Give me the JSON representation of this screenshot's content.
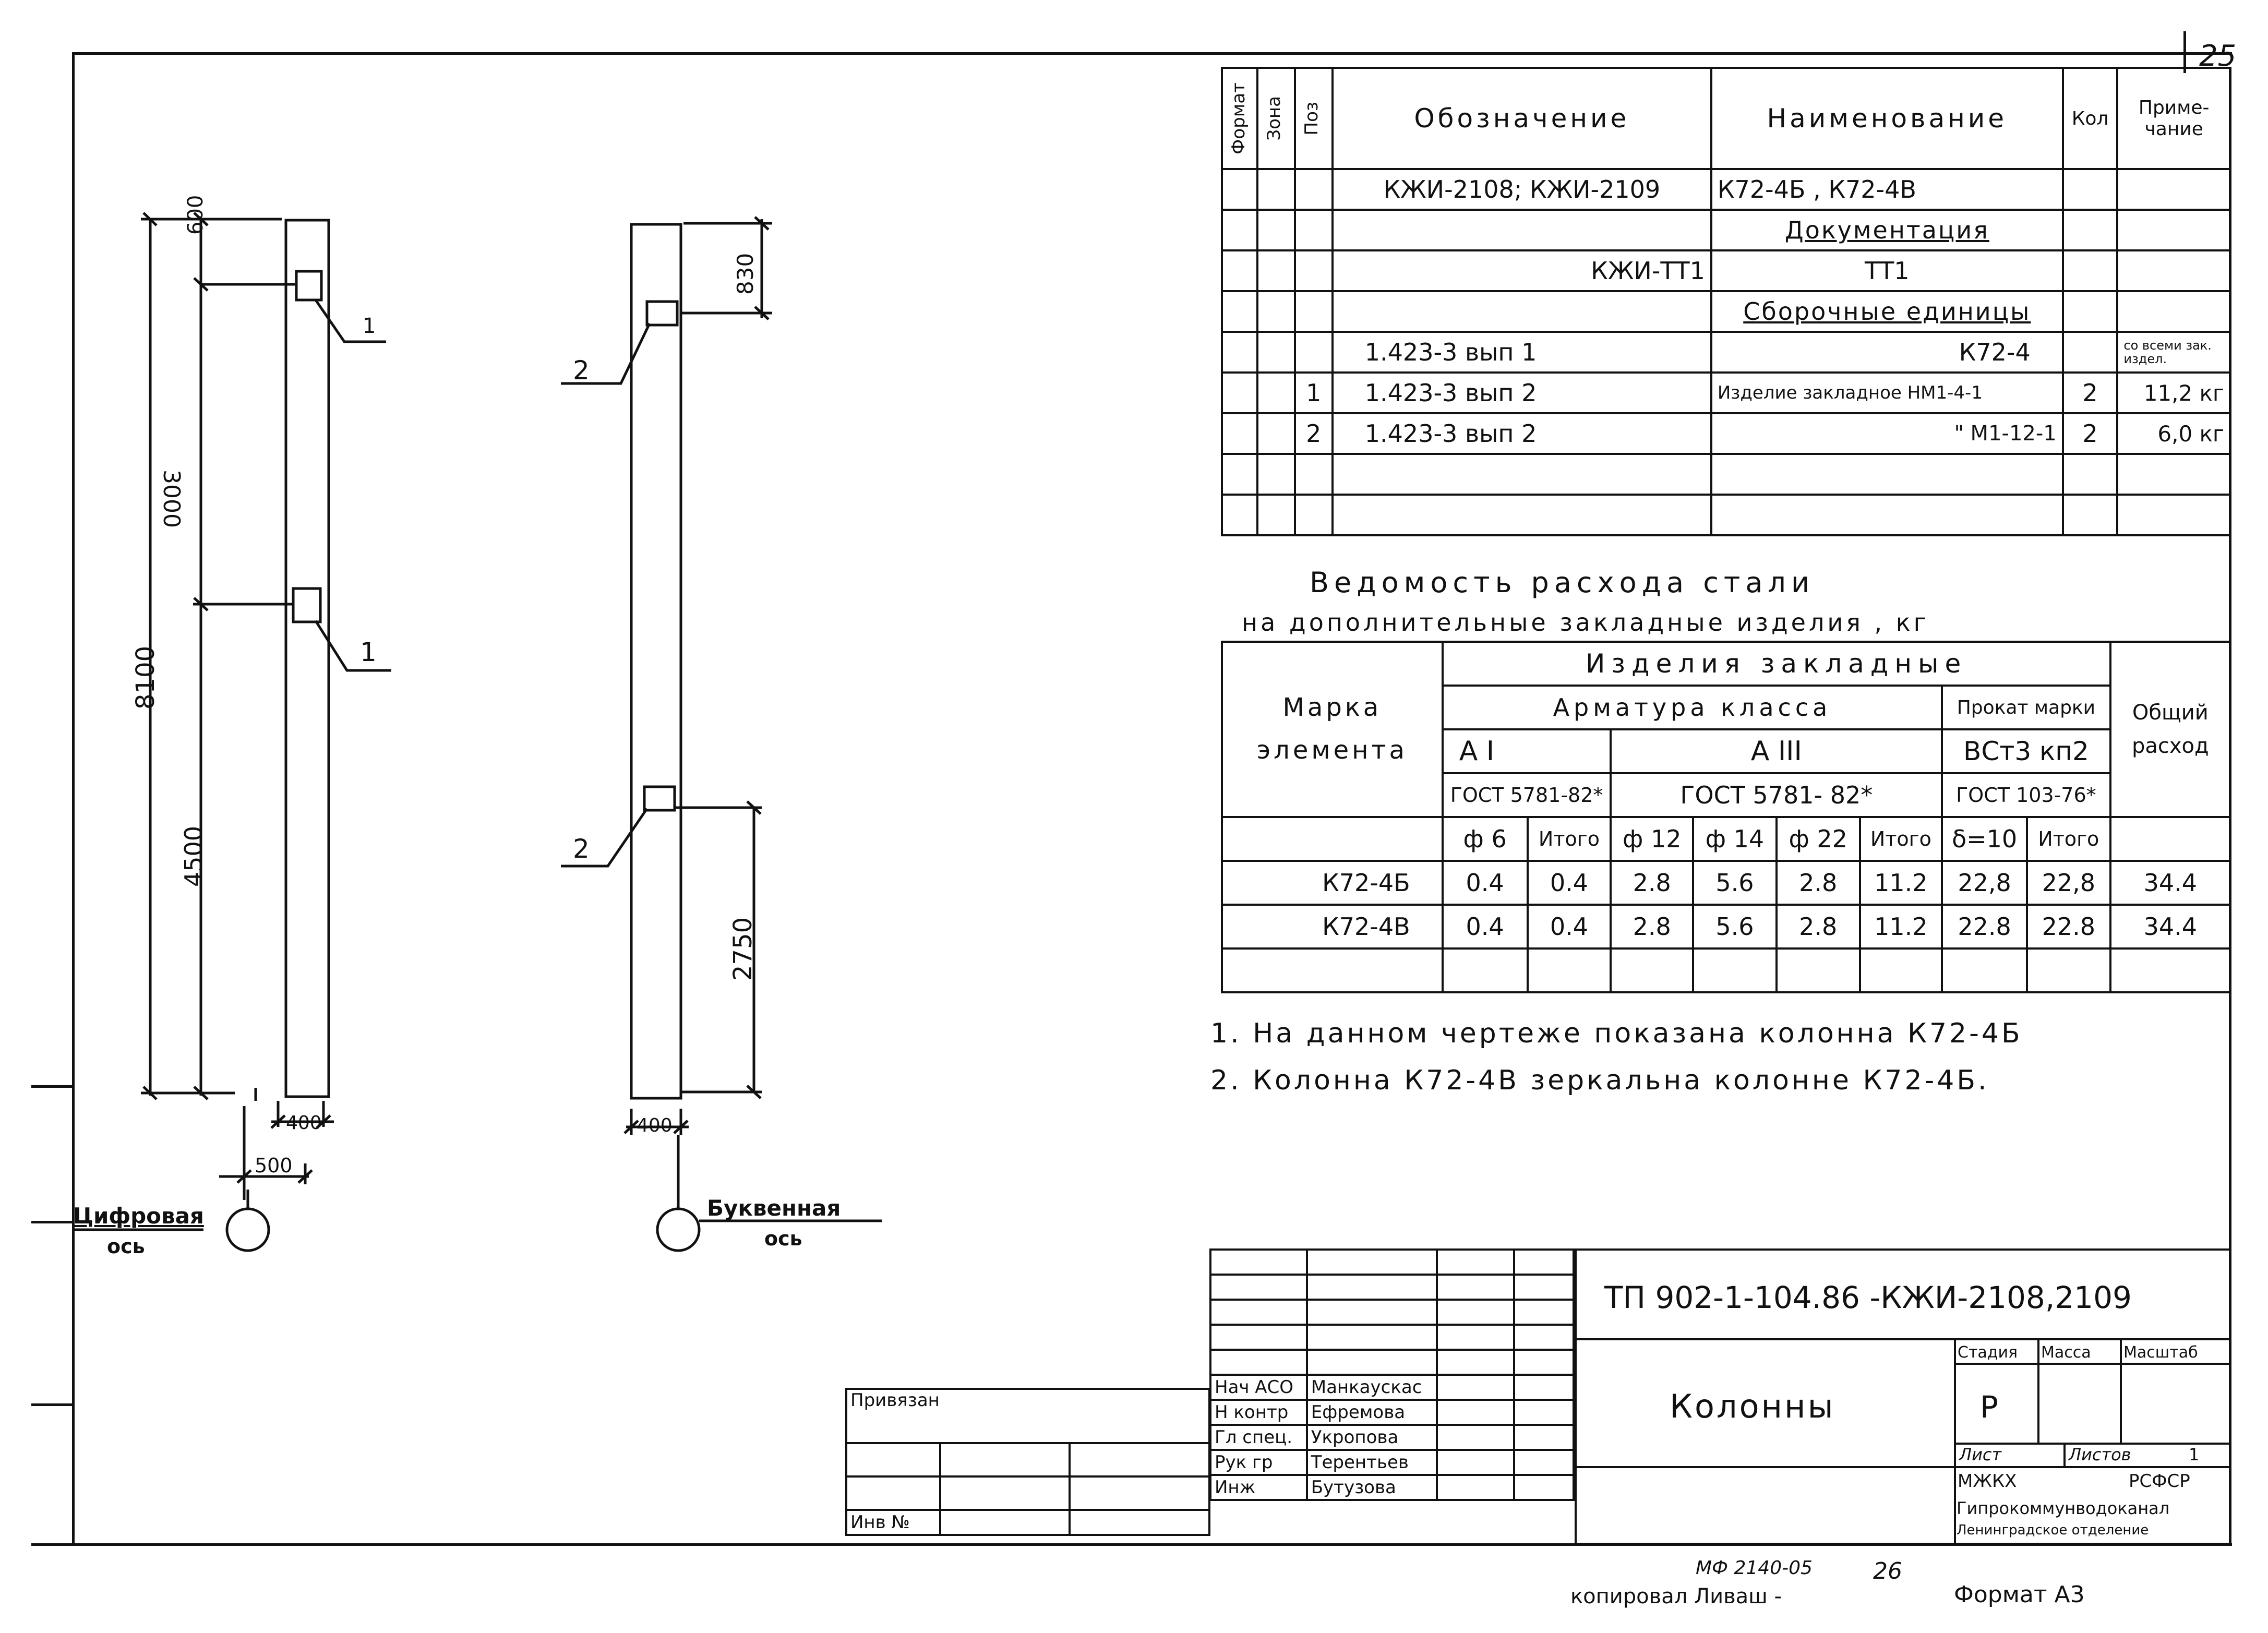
{
  "page": {
    "sheet_number": "25",
    "copy_note": "копировал Ливаш -",
    "archive_code": "МФ 2140-05",
    "archive_sheet": "26",
    "format": "Формат А3"
  },
  "spec_table": {
    "headers": {
      "format": "Формат",
      "zone": "Зона",
      "pos": "Поз",
      "designation": "Обозначение",
      "name": "Наименование",
      "qty": "Кол",
      "note": "Приме- чание"
    },
    "rows": [
      {
        "pos": "",
        "designation": "КЖИ-2108; КЖИ-2109",
        "name": "К72-4Б , К72-4В",
        "qty": "",
        "note": ""
      },
      {
        "pos": "",
        "designation": "",
        "name": "Документация",
        "qty": "",
        "note": ""
      },
      {
        "pos": "",
        "designation": "КЖИ-ТТ1",
        "name": "ТТ1",
        "qty": "",
        "note": ""
      },
      {
        "pos": "",
        "designation": "",
        "name": "Сборочные единицы",
        "qty": "",
        "note": ""
      },
      {
        "pos": "",
        "designation": "1.423-3  вып 1",
        "name": "К72-4",
        "qty": "",
        "note": "со всеми зак. издел."
      },
      {
        "pos": "1",
        "designation": "1.423-3  вып 2",
        "name": "Изделие закладное НМ1-4-1",
        "qty": "2",
        "note": "11,2 кг"
      },
      {
        "pos": "2",
        "designation": "1.423-3  вып 2",
        "name": "\"      М1-12-1",
        "qty": "2",
        "note": "6,0 кг"
      },
      {
        "pos": "",
        "designation": "",
        "name": "",
        "qty": "",
        "note": ""
      },
      {
        "pos": "",
        "designation": "",
        "name": "",
        "qty": "",
        "note": ""
      }
    ]
  },
  "steel": {
    "title1": "Ведомость расхода стали",
    "title2": "на дополнительные закладные изделия , кг",
    "h_mark": "Марка элемента",
    "h_items": "Изделия закладные",
    "h_rebar": "Арматура класса",
    "h_rolled": "Прокат марки",
    "h_total": "Общий расход",
    "h_a1": "А I",
    "h_a3": "А III",
    "h_vst": "ВСт3 кп2",
    "h_gost1": "ГОСТ 5781-82*",
    "h_gost2": "ГОСТ 5781- 82*",
    "h_gost3": "ГОСТ 103-76*",
    "sub": [
      "ф 6",
      "Итого",
      "ф 12",
      "ф 14",
      "ф 22",
      "Итого",
      "δ=10",
      "Итого"
    ],
    "rows": [
      {
        "mark": "К72-4Б",
        "v": [
          "0.4",
          "0.4",
          "2.8",
          "5.6",
          "2.8",
          "11.2",
          "22,8",
          "22,8"
        ],
        "total": "34.4"
      },
      {
        "mark": "К72-4В",
        "v": [
          "0.4",
          "0.4",
          "2.8",
          "5.6",
          "2.8",
          "11.2",
          "22.8",
          "22.8"
        ],
        "total": "34.4"
      }
    ]
  },
  "notes": [
    "1. На данном чертеже показана колонна  К72-4Б",
    "2. Колонна К72-4В зеркальна колонне К72-4Б."
  ],
  "drawing": {
    "dim_600": "600",
    "dim_3000": "3000",
    "dim_8100": "8100",
    "dim_4500": "4500",
    "dim_400_left": "400",
    "dim_500": "500",
    "dim_830": "830",
    "dim_2750": "2750",
    "dim_400_right": "400",
    "callout_1a": "1",
    "callout_1b": "1",
    "callout_2a": "2",
    "callout_2b": "2",
    "axis_digital": "Цифровая",
    "axis_digital_sub": "ось",
    "axis_letter": "Буквенная",
    "axis_letter_sub": "ось"
  },
  "title_block": {
    "code": "ТП 902-1-104.86 -КЖИ-2108,2109",
    "object": "Колонны",
    "stage_h": "Стадия",
    "mass_h": "Масса",
    "scale_h": "Масштаб",
    "stage": "Р",
    "sheet_h": "Лист",
    "sheets_h": "Листов",
    "sheets": "1",
    "org1": "МЖКХ",
    "org1b": "РСФСР",
    "org2": "Гипрокоммунводоканал",
    "org3": "Ленинградское отделение",
    "bound": "Привязан",
    "inv": "Инв №",
    "roles": [
      {
        "role": "Нач АСО",
        "name": "Манкаускас"
      },
      {
        "role": "Н контр",
        "name": "Ефремова"
      },
      {
        "role": "Гл спец.",
        "name": "Укропова"
      },
      {
        "role": "Рук гр",
        "name": "Терентьев"
      },
      {
        "role": "Инж",
        "name": "Бутузова"
      }
    ]
  }
}
